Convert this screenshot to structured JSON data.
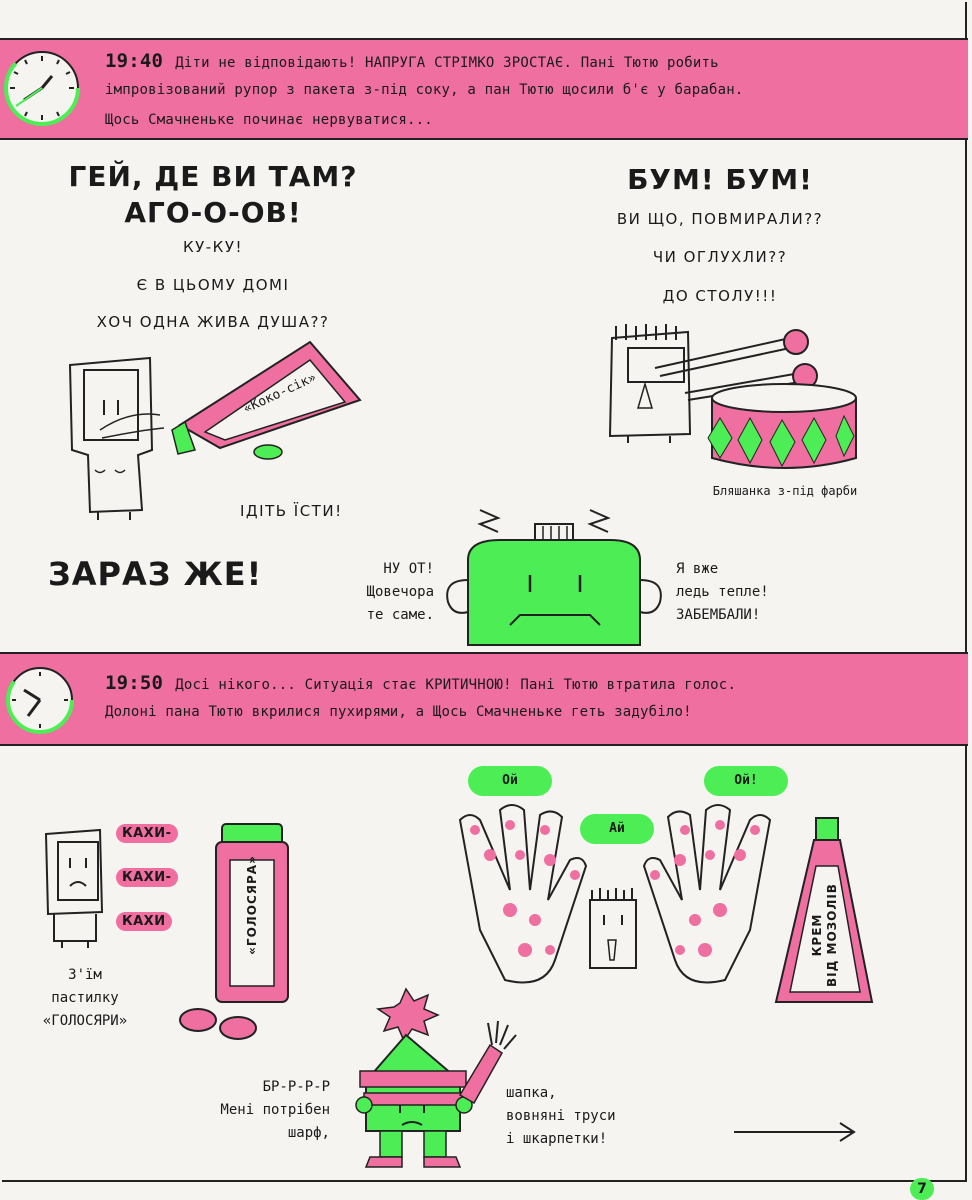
{
  "banner1": {
    "time": "19:40",
    "line1": "Діти не відповідають! НАПРУГА СТРІМКО ЗРОСТАЄ. Пані Тютю робить",
    "line2": "імпровізований рупор з пакета з-під соку, а пан Тютю щосили б'є у барабан.",
    "line3": "Щось Смачненьке починає нервуватися..."
  },
  "scene1": {
    "shout1": "ГЕЙ, ДЕ ВИ ТАМ?",
    "shout2": "АГО-О-ОВ!",
    "lines": [
      "КУ-КУ!",
      "Є В ЦЬОМУ ДОМІ",
      "ХОЧ ОДНА ЖИВА ДУША??"
    ],
    "megaphone_label": "«Коко-сік»",
    "eat": "ІДІТЬ ЇСТИ!",
    "now": "ЗАРАЗ ЖЕ!",
    "boom": "БУМ! БУМ!",
    "boom_lines": [
      "ВИ ЩО, ПОВМИРАЛИ??",
      "ЧИ ОГЛУХЛИ??",
      "ДО СТОЛУ!!!"
    ],
    "drum_caption": "Бляшанка з-під фарби",
    "pot_left": [
      "НУ ОТ!",
      "Щовечора",
      "те саме."
    ],
    "pot_right": [
      "Я вже",
      "ледь тепле!",
      "ЗАБЕМБАЛИ!"
    ]
  },
  "banner2": {
    "time": "19:50",
    "line1": "Досі нікого... Ситуація стає КРИТИЧНОЮ! Пані Тютю втратила голос.",
    "line2": "Долоні пана Тютю вкрилися пухирями, а Щось Смачненьке геть задубіло!"
  },
  "scene2": {
    "coughs": [
      "КАХИ-",
      "КАХИ-",
      "КАХИ"
    ],
    "lozenge_caption": [
      "З'їм",
      "пастилку",
      "«ГОЛОСЯРИ»"
    ],
    "box_label": "«ГОЛОСЯРА»",
    "bubbles": [
      "Ой",
      "Ай",
      "Ой!"
    ],
    "cream_label": [
      "КРЕМ",
      "ВІД МОЗОЛІВ"
    ],
    "cold_left": [
      "БР-Р-Р-Р",
      "Мені потрібен",
      "шарф,"
    ],
    "cold_right": [
      "шапка,",
      "вовняні труси",
      "і шкарпетки!"
    ]
  },
  "page_number": "7",
  "colors": {
    "pink": "#ef6fa0",
    "green": "#4dee55",
    "ink": "#1a1a1a",
    "paper": "#f6f4f1"
  }
}
